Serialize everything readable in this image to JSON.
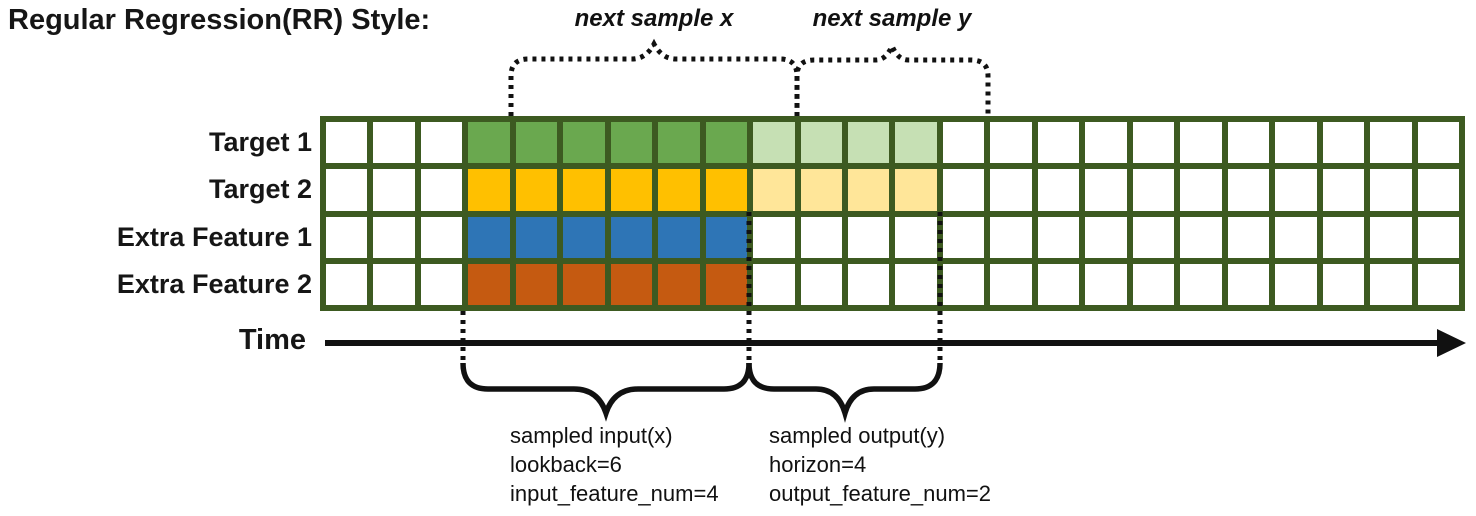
{
  "title": "Regular Regression(RR) Style:",
  "colors": {
    "grid_border": "#3d5a21",
    "target1_input": "#6aa84f",
    "target1_output": "#c6e0b4",
    "target2_input": "#ffc000",
    "target2_output": "#ffe699",
    "extra_feature1_input": "#2e75b6",
    "extra_feature2_input": "#c55a11",
    "annotation": "#111111",
    "empty_cell": "#ffffff"
  },
  "grid": {
    "columns": 24,
    "input_start_col": 3,
    "lookback": 6,
    "horizon": 4,
    "rows": [
      {
        "label": "Target 1",
        "input_color": "#6aa84f",
        "output_color": "#c6e0b4"
      },
      {
        "label": "Target 2",
        "input_color": "#ffc000",
        "output_color": "#ffe699"
      },
      {
        "label": "Extra Feature 1",
        "input_color": "#2e75b6",
        "output_color": null
      },
      {
        "label": "Extra Feature 2",
        "input_color": "#c55a11",
        "output_color": null
      }
    ]
  },
  "annotations": {
    "next_sample_x": "next sample x",
    "next_sample_y": "next sample y",
    "time_label": "Time",
    "input_block": [
      "sampled input(x)",
      "lookback=6",
      "input_feature_num=4"
    ],
    "output_block": [
      "sampled output(y)",
      "horizon=4",
      "output_feature_num=2"
    ]
  }
}
